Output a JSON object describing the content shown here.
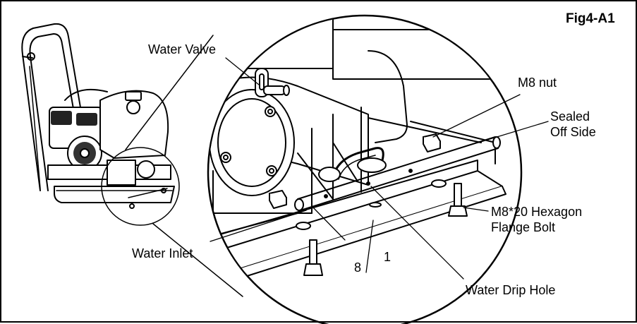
{
  "figure": {
    "id": "Fig4-A1",
    "labels": {
      "water_valve": "Water Valve",
      "m8_nut": "M8 nut",
      "sealed_off_side": [
        "Sealed",
        "Off Side"
      ],
      "hex_bolt": [
        "M8*20 Hexagon",
        "Flange Bolt"
      ],
      "water_inlet": "Water Inlet",
      "callout_8": "8",
      "callout_1": "1",
      "water_drip_hole": "Water Drip Hole"
    }
  }
}
